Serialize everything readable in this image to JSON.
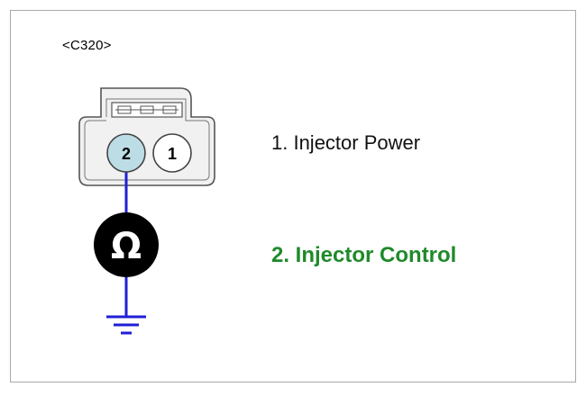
{
  "connector": {
    "id": "<C320>",
    "pins": [
      {
        "number": "2",
        "highlighted": true
      },
      {
        "number": "1",
        "highlighted": false
      }
    ]
  },
  "meter": {
    "symbol": "Ω",
    "icon": "ohmmeter-icon"
  },
  "ground": {
    "icon": "ground-icon"
  },
  "labels": [
    {
      "text": "1. Injector Power",
      "color": "#111111"
    },
    {
      "text": "2. Injector Control",
      "color": "#1f8a2a"
    }
  ],
  "colors": {
    "wire": "#1f1fd6",
    "pin_highlight": "#bcdde6",
    "connector_fill": "#f1f1f1",
    "connector_stroke": "#555555",
    "meter_fill": "#000000",
    "meter_symbol": "#ffffff",
    "label_active": "#1f8a2a"
  }
}
